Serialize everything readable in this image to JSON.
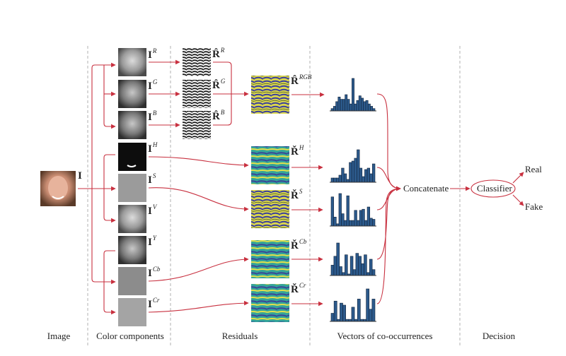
{
  "input": {
    "label": "I"
  },
  "color_components": [
    {
      "base": "I",
      "sup": "R"
    },
    {
      "base": "I",
      "sup": "G"
    },
    {
      "base": "I",
      "sup": "B"
    },
    {
      "base": "I",
      "sup": "H"
    },
    {
      "base": "I",
      "sup": "S"
    },
    {
      "base": "I",
      "sup": "V"
    },
    {
      "base": "I",
      "sup": "Y"
    },
    {
      "base": "I",
      "sup": "Cb"
    },
    {
      "base": "I",
      "sup": "Cr"
    }
  ],
  "residuals_rgb": [
    {
      "base": "R̂",
      "sup": "R"
    },
    {
      "base": "R̂",
      "sup": "G"
    },
    {
      "base": "R̂",
      "sup": "B"
    }
  ],
  "residuals_combined": [
    {
      "base": "R̂",
      "sup": "RGB"
    },
    {
      "base": "Ř",
      "sup": "H"
    },
    {
      "base": "Ř",
      "sup": "S"
    },
    {
      "base": "Ř",
      "sup": "Cb"
    },
    {
      "base": "Ř",
      "sup": "Cr"
    }
  ],
  "nodes": {
    "concatenate": "Concatenate",
    "classifier": "Classifier",
    "real": "Real",
    "fake": "Fake"
  },
  "column_labels": [
    "Image",
    "Color components",
    "Residuals",
    "Vectors of co-occurrences",
    "Decision"
  ],
  "histograms": [
    {
      "name": "RGB",
      "values": [
        2,
        4,
        8,
        12,
        10,
        10,
        14,
        10,
        6,
        28,
        6,
        9,
        13,
        11,
        8,
        9,
        6,
        4,
        2
      ]
    },
    {
      "name": "H",
      "values": [
        3,
        3,
        3,
        5,
        10,
        6,
        2,
        14,
        15,
        17,
        23,
        10,
        4,
        9,
        10,
        6,
        13
      ]
    },
    {
      "name": "S",
      "values": [
        26,
        8,
        2,
        29,
        11,
        5,
        27,
        5,
        5,
        14,
        5,
        14,
        15,
        5,
        17,
        7,
        6
      ]
    },
    {
      "name": "Cb",
      "values": [
        7,
        13,
        22,
        6,
        2,
        14,
        1,
        13,
        4,
        15,
        13,
        8,
        14,
        2,
        11,
        4
      ]
    },
    {
      "name": "Cr",
      "values": [
        4,
        10,
        1,
        9,
        8,
        1,
        1,
        7,
        1,
        11,
        1,
        1,
        16,
        6,
        11
      ]
    }
  ],
  "colors": {
    "arrow": "#c8303f",
    "bar_fill": "#2c5a8c",
    "bar_stroke": "#12233a",
    "divider": "#b0b0b0",
    "residual_yellow": "#e8e04a",
    "residual_blue": "#3a3f9e",
    "residual_teal": "#2aa7a0"
  }
}
